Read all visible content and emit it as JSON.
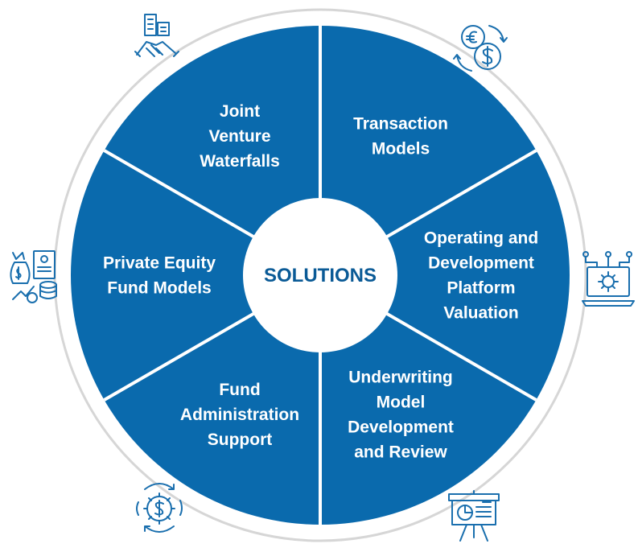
{
  "center": {
    "label": "SOLUTIONS"
  },
  "segments": [
    {
      "key": "joint-venture-waterfalls",
      "lines": [
        "Joint",
        "Venture",
        "Waterfalls"
      ]
    },
    {
      "key": "transaction-models",
      "lines": [
        "Transaction",
        "Models"
      ]
    },
    {
      "key": "operating-development-platform-valuation",
      "lines": [
        "Operating and",
        "Development",
        "Platform",
        "Valuation"
      ]
    },
    {
      "key": "underwriting-model-development-review",
      "lines": [
        "Underwriting",
        "Model",
        "Development",
        "and Review"
      ]
    },
    {
      "key": "fund-administration-support",
      "lines": [
        "Fund",
        "Administration",
        "Support"
      ]
    },
    {
      "key": "private-equity-fund-models",
      "lines": [
        "Private Equity",
        "Fund Models"
      ]
    }
  ],
  "icons": [
    {
      "name": "handshake-buildings-icon"
    },
    {
      "name": "currency-exchange-icon"
    },
    {
      "name": "laptop-gear-network-icon"
    },
    {
      "name": "presentation-chart-board-icon"
    },
    {
      "name": "dollar-gear-cycle-icon"
    },
    {
      "name": "money-bag-document-coins-icon"
    }
  ],
  "colors": {
    "segment": "#0a6aad",
    "separator": "#ffffff",
    "outer_ring": "#d6d6d6",
    "icon": "#1a6fae",
    "center_text": "#0a5a96",
    "label_text": "#ffffff"
  }
}
